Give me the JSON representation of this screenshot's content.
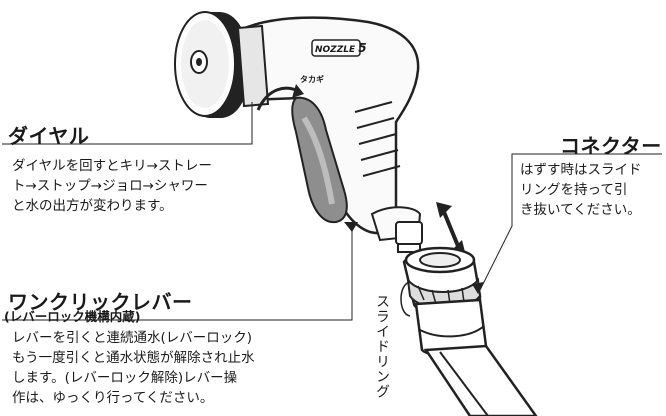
{
  "dial": {
    "heading": "ダイヤル",
    "description": "ダイヤルを回すとキリ→ストレー\nト→ストップ→ジョロ→シャワー\nと水の出方が変わります。"
  },
  "connector": {
    "heading": "コネクター",
    "description": "はずす時はスライド\nリングを持って引\nき抜いてください。"
  },
  "lever": {
    "heading": "ワンクリックレバー",
    "subheading": "(レバーロック機構内蔵)",
    "description": "レバーを引くと連続通水(レバーロック)\nもう一度引くと通水状態が解除され止水\nします。(レバーロック解除)レバー操\n作は、ゆっくり行ってください。"
  },
  "slide_ring_label": "スライドリング",
  "nozzle_badge": {
    "word": "NOZZLE",
    "number": "5"
  },
  "brand_mark": "タカギ"
}
